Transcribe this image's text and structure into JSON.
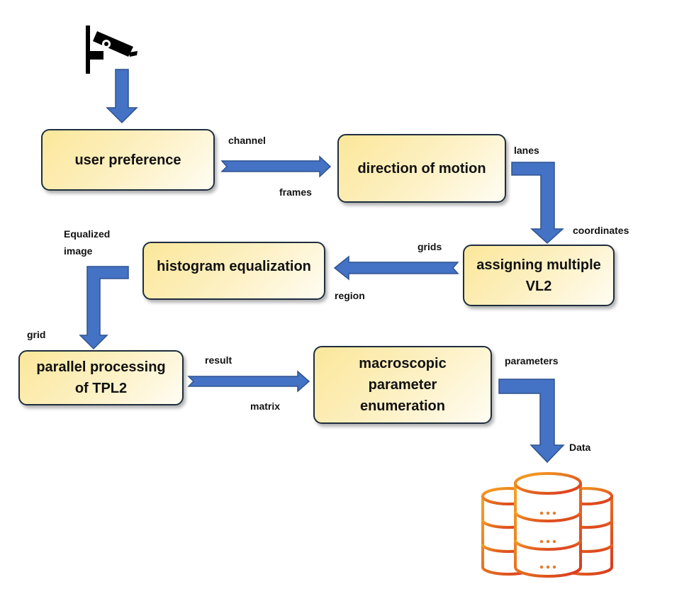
{
  "nodes": {
    "user_preference": "user preference",
    "direction_of_motion": "direction of motion",
    "assigning_multiple": "assigning multiple\nVL2",
    "histogram_equalization": "histogram equalization",
    "parallel_processing": "parallel processing\nof TPL2",
    "macroscopic": "macroscopic\nparameter\nenumeration"
  },
  "edge_labels": {
    "channel": "channel",
    "frames": "frames",
    "lanes": "lanes",
    "coordinates": "coordinates",
    "grids": "grids",
    "region": "region",
    "equalized_image": "Equalized\nimage",
    "grid": "grid",
    "result": "result",
    "matrix": "matrix",
    "parameters": "parameters",
    "data": "Data"
  },
  "icons": {
    "source": "cctv-camera-icon",
    "sink": "database-icon"
  },
  "colors": {
    "arrow_fill": "#4472c4",
    "arrow_stroke": "#2f528f",
    "box_fill": "#fbe79a",
    "box_border": "#1f2d3d",
    "database_top": "#f5a623",
    "database_bottom": "#d9361f"
  }
}
